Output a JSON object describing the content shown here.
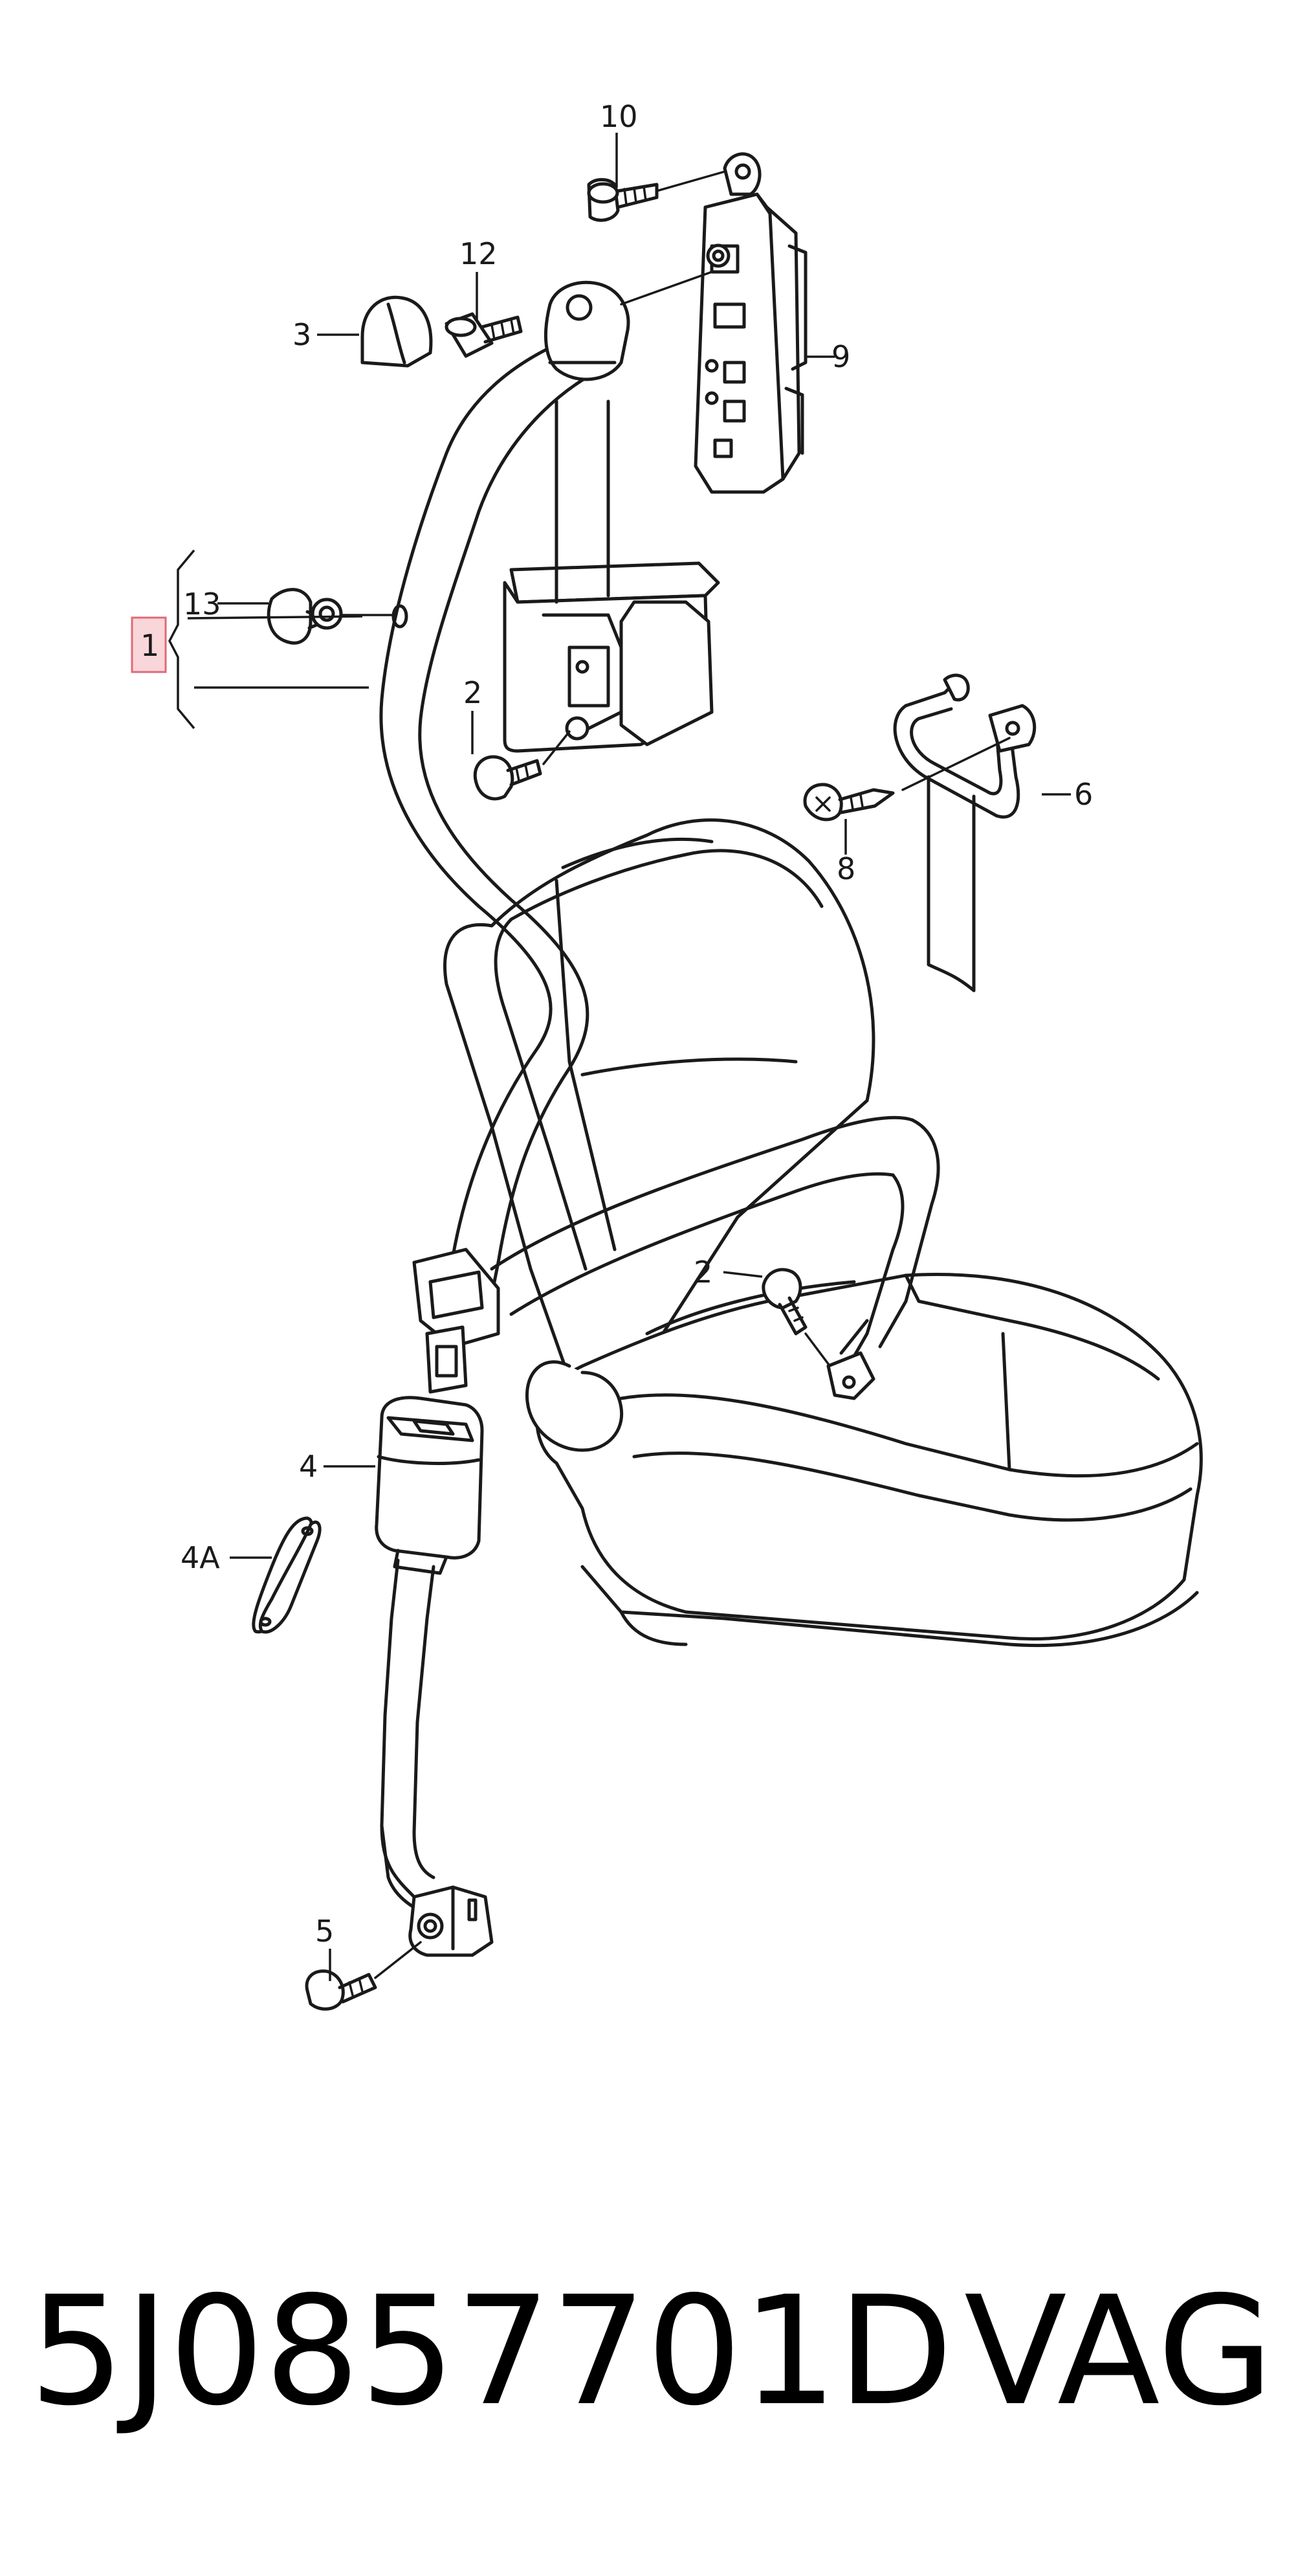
{
  "callouts": {
    "c1": "1",
    "c2a": "2",
    "c2b": "2",
    "c3": "3",
    "c4": "4",
    "c4a": "4A",
    "c5": "5",
    "c6": "6",
    "c8": "8",
    "c9": "9",
    "c10": "10",
    "c12": "12",
    "c13": "13"
  },
  "footer": {
    "part_number": "5J0857701D",
    "brand": "VAG"
  },
  "colors": {
    "line": "#1a1a1a",
    "highlight_fill": "#f9d6da",
    "highlight_stroke": "#e06a78"
  }
}
